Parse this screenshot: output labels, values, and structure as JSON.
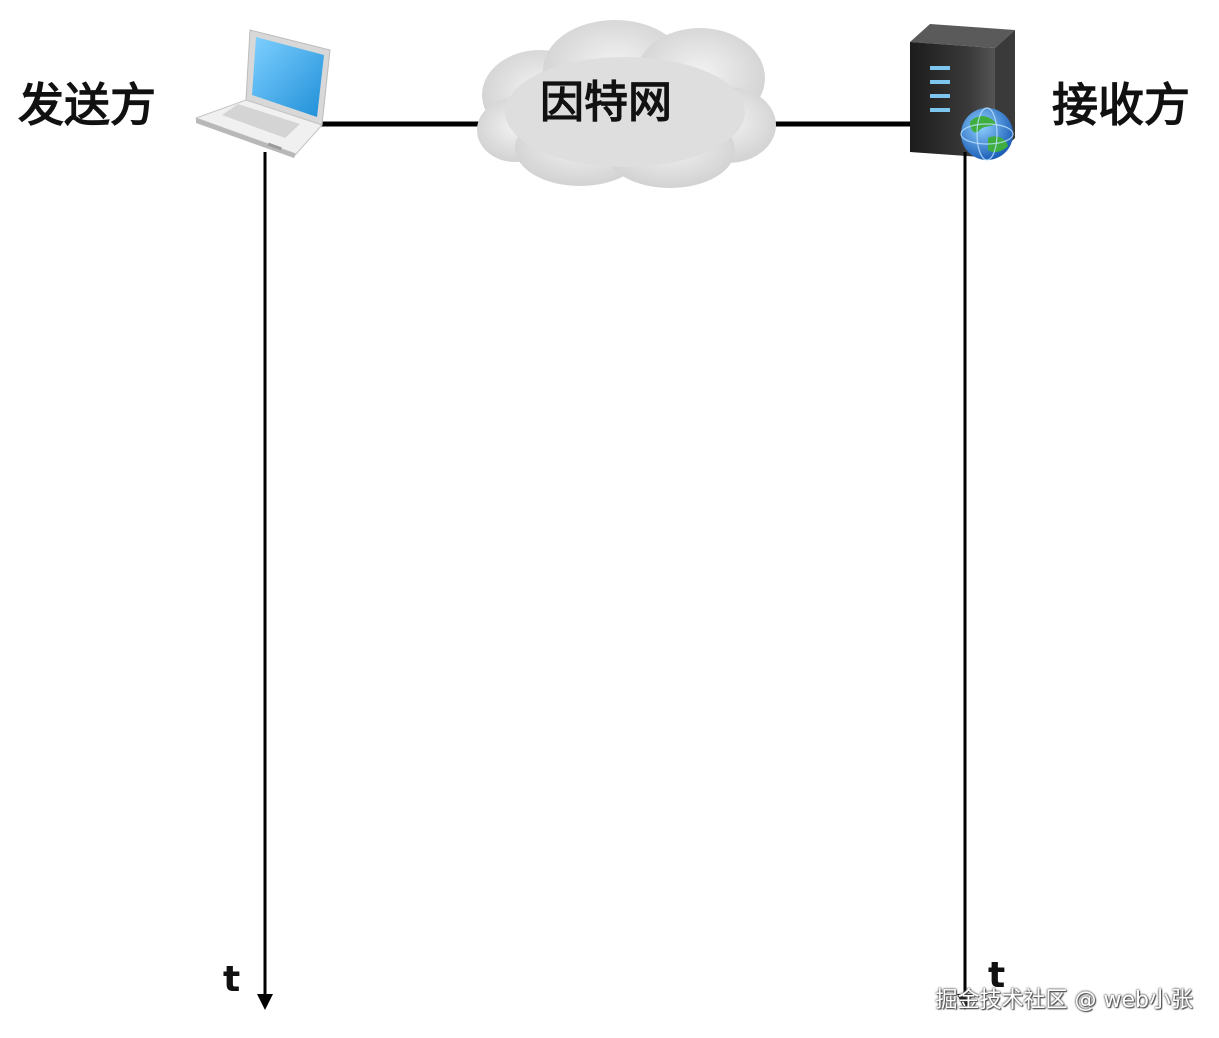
{
  "sender": {
    "label": "发送方",
    "icon": "laptop-icon"
  },
  "network": {
    "label": "因特网",
    "icon": "cloud-icon"
  },
  "receiver": {
    "label": "接收方",
    "icon": "server-icon"
  },
  "timeline": {
    "left_label": "t",
    "right_label": "t"
  },
  "watermark": "掘金技术社区 @ web小张",
  "colors": {
    "line": "#000000",
    "cloud": "#e6e6e6",
    "laptop_screen": "#3aa8e8",
    "server_body": "#2b2b2b",
    "globe": "#2e7bd6"
  }
}
